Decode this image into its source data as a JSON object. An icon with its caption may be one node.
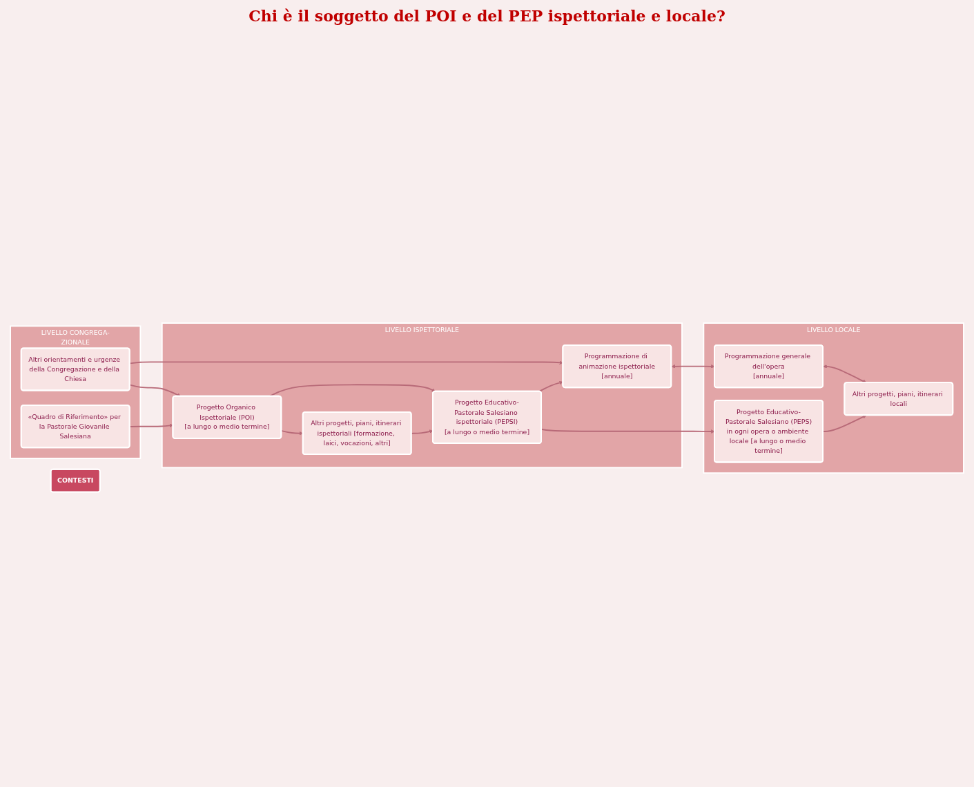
{
  "diagram": {
    "nodes": [
      {
        "text": [
          "CONTESTI"
        ]
      },
      {
        "text": [
          "LIVELLO CONGREGA-ZIONALE"
        ]
      },
      {
        "text": [
          "Altri orientamenti e urgenze della Congregazione e della Chiesa"
        ],
        "in": 1
      },
      {
        "text": [
          "«Quadro di Riferimento» per la Pastorale Giovanile Salesiana"
        ],
        "in": 1
      },
      {
        "text": [
          "LIVELLO ISPETTORIALE"
        ]
      },
      {
        "text": [
          "Progetto Organico Ispettoriale (POI)",
          "[a lungo o medio termine]"
        ],
        "in": 4
      },
      {
        "text": [
          "Programmazione di animazione ispettoriale",
          "[annuale]"
        ],
        "in": 4
      },
      {
        "text": [
          "Altri progetti, piani, itinerari ispettoriali [formazione, laici, vocazioni, altri]"
        ],
        "in": 4
      },
      {
        "text": [
          "Progetto Educativo-Pastorale Salesiano ispettoriale (PEPSI)",
          "[a lungo o medio termine]"
        ],
        "in": 4
      },
      {
        "text": [
          "LIVELLO LOCALE"
        ]
      },
      {
        "text": [
          "Programmazione generale dell'opera",
          "[annuale]"
        ],
        "in": 9
      },
      {
        "text": [
          "Progetto Educativo-Pastorale Salesiano (PEPS)",
          "in ogni opera o ambiente locale [a lungo o medio termine]"
        ],
        "in": 9
      },
      {
        "text": [
          "Altri progetti, piani, itinerari locali"
        ],
        "in": 9
      }
    ],
    "edges": [
      {
        "from": 2,
        "to": 6,
        "arrow": "to"
      },
      {
        "from": 2,
        "to": 5,
        "arrow": "to"
      },
      {
        "from": 3,
        "to": 5,
        "arrow": "to"
      },
      {
        "from": 5,
        "to": 8,
        "arrow": "to"
      },
      {
        "from": 5,
        "to": 7,
        "arrow": "to"
      },
      {
        "from": 6,
        "to": 10,
        "arrow": "both"
      },
      {
        "from": 8,
        "to": 6,
        "arrow": "to"
      },
      {
        "from": 7,
        "to": 8,
        "arrow": "to"
      },
      {
        "from": 8,
        "to": 11,
        "arrow": "to"
      },
      {
        "from": 10,
        "to": 12,
        "arrow": "both"
      },
      {
        "from": 11,
        "to": 12,
        "arrow": "to"
      }
    ],
    "labels": [
      "Chi è il soggetto del POI e del PEP ispettoriale e locale?"
    ]
  }
}
